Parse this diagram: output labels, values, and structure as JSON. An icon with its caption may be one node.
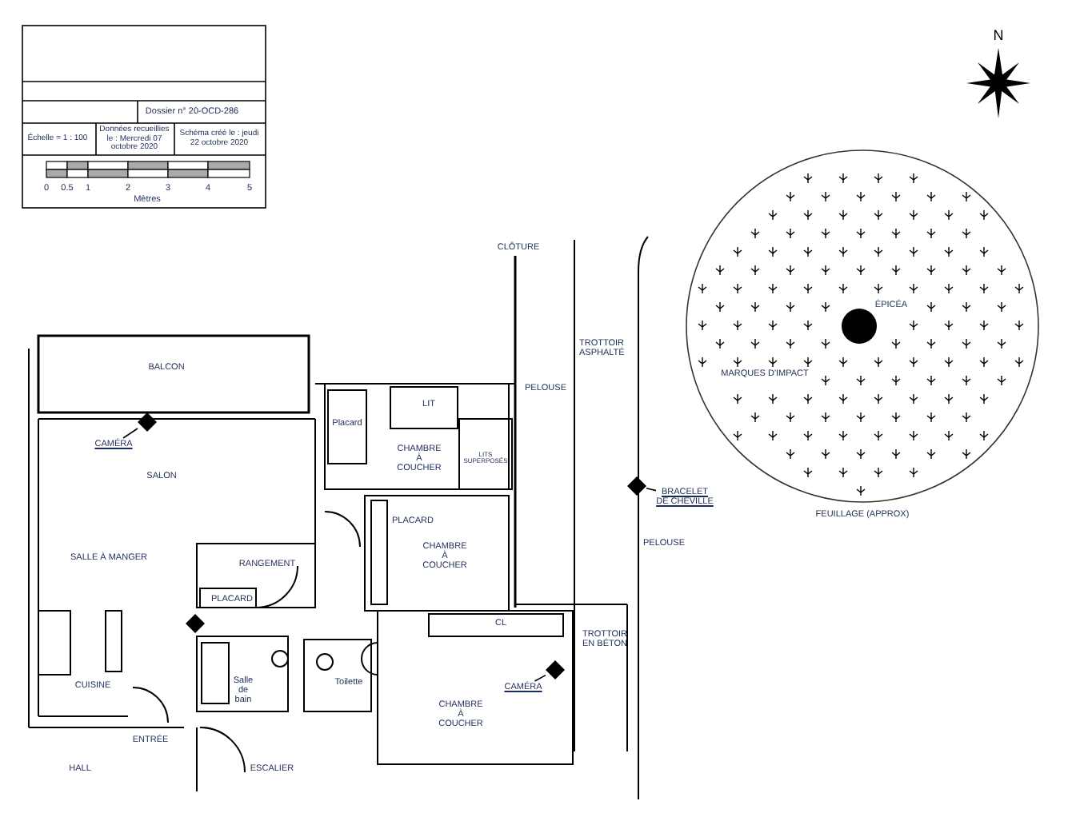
{
  "diagram": {
    "nodes": [
      {
        "text": [
          "CAMÉRA"
        ]
      },
      {
        "text": [],
        "shape": "diamond"
      },
      {
        "text": [
          "CAMÉRA"
        ]
      },
      {
        "text": [],
        "shape": "diamond"
      },
      {
        "text": [
          "BRACELET DE CHEVILLE"
        ]
      },
      {
        "text": [],
        "shape": "diamond"
      },
      {
        "text": [],
        "shape": "diamond"
      }
    ],
    "edges": [
      {
        "from": 0,
        "to": 1,
        "arrow": "none"
      },
      {
        "from": 2,
        "to": 3,
        "arrow": "none"
      },
      {
        "from": 4,
        "to": 5,
        "arrow": "none"
      }
    ],
    "labels": [
      "Dossier n° 20-OCD-286",
      "Échelle = 1 : 100",
      "Données recueillies le : Mercredi 07 octobre 2020",
      "Schéma créé le : jeudi 22 octobre 2020",
      "0",
      "0.5",
      "1",
      "2",
      "3",
      "4",
      "5",
      "Mètres",
      "N",
      "CLÔTURE",
      "ÉPICÉA",
      "TROTTOIR ASPHALTÉ",
      "BALCON",
      "PELOUSE",
      "Placard",
      "LIT",
      "MARQUES D'IMPACT",
      "CHAMBRE À COUCHER",
      "LITS SUPERPOSÉS",
      "SALON",
      "FEUILLAGE (APPROX)",
      "PLACARD",
      "CHAMBRE À COUCHER",
      "PELOUSE",
      "SALLE À MANGER",
      "RANGEMENT",
      "PLACARD",
      "CL",
      "TROTTOIR EN BÉTON",
      "Salle de bain",
      "Toilette",
      "CUISINE",
      "CHAMBRE À COUCHER",
      "ENTRÉE",
      "HALL",
      "ESCALIER"
    ]
  }
}
